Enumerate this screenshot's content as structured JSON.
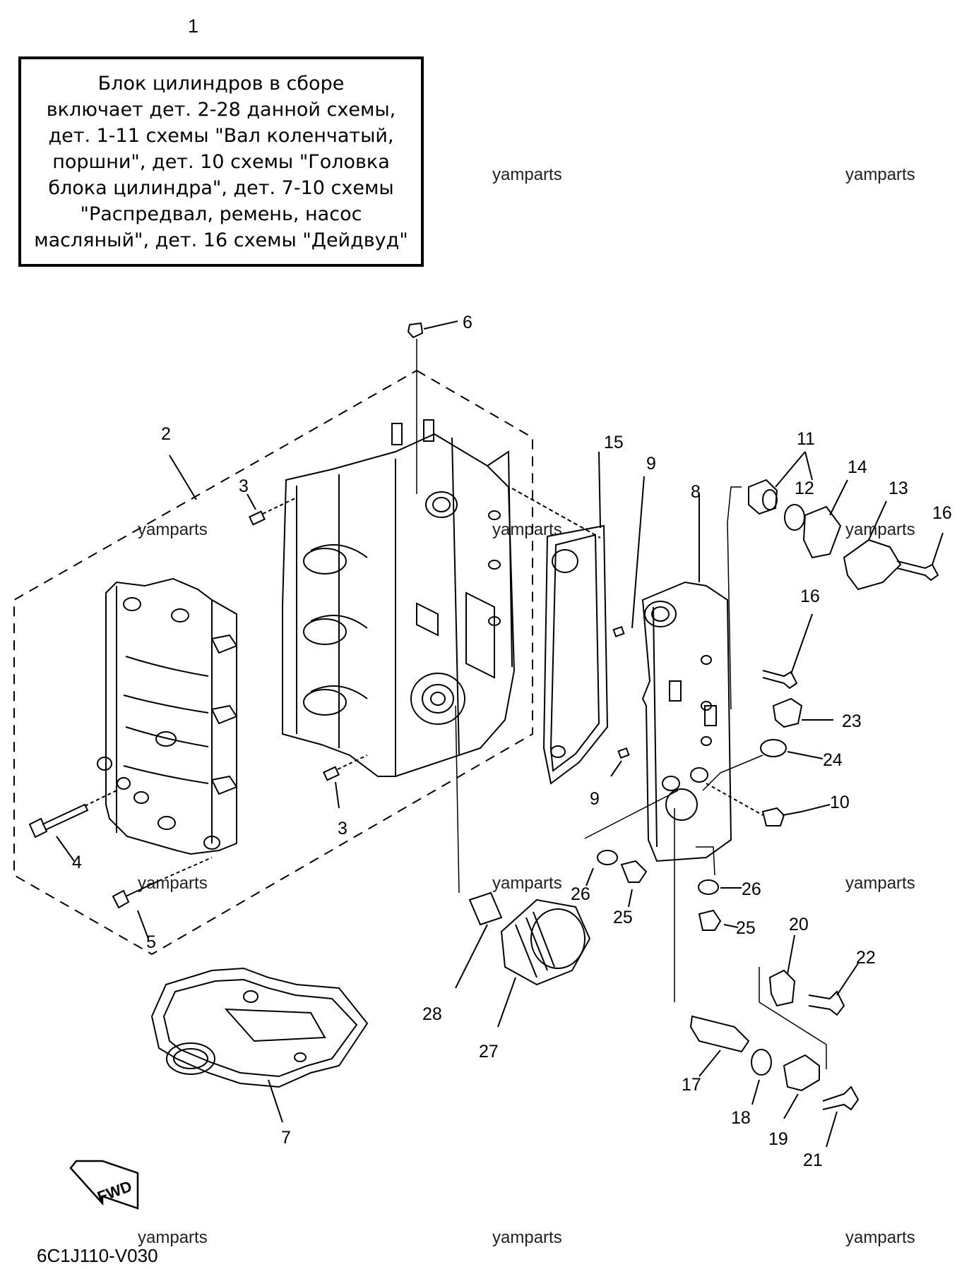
{
  "note": {
    "callout": "1",
    "lines": [
      "Блок цилиндров в сборе",
      "включает дет. 2-28 данной схемы,",
      "дет. 1-11 схемы \"Вал коленчатый,",
      "поршни\", дет. 10 схемы \"Головка",
      "блока цилиндра\", дет. 7-10 схемы",
      "\"Распредвал, ремень, насос",
      "масляный\", дет. 16 схемы \"Дейдвуд\""
    ]
  },
  "watermark": "yamparts",
  "callouts": [
    "2",
    "3",
    "3",
    "4",
    "5",
    "6",
    "7",
    "8",
    "9",
    "9",
    "10",
    "11",
    "12",
    "13",
    "14",
    "15",
    "16",
    "16",
    "17",
    "18",
    "19",
    "20",
    "21",
    "22",
    "23",
    "24",
    "25",
    "25",
    "26",
    "26",
    "27",
    "28"
  ],
  "fwd_label": "FWD",
  "figure_code": "6C1J110-V030"
}
